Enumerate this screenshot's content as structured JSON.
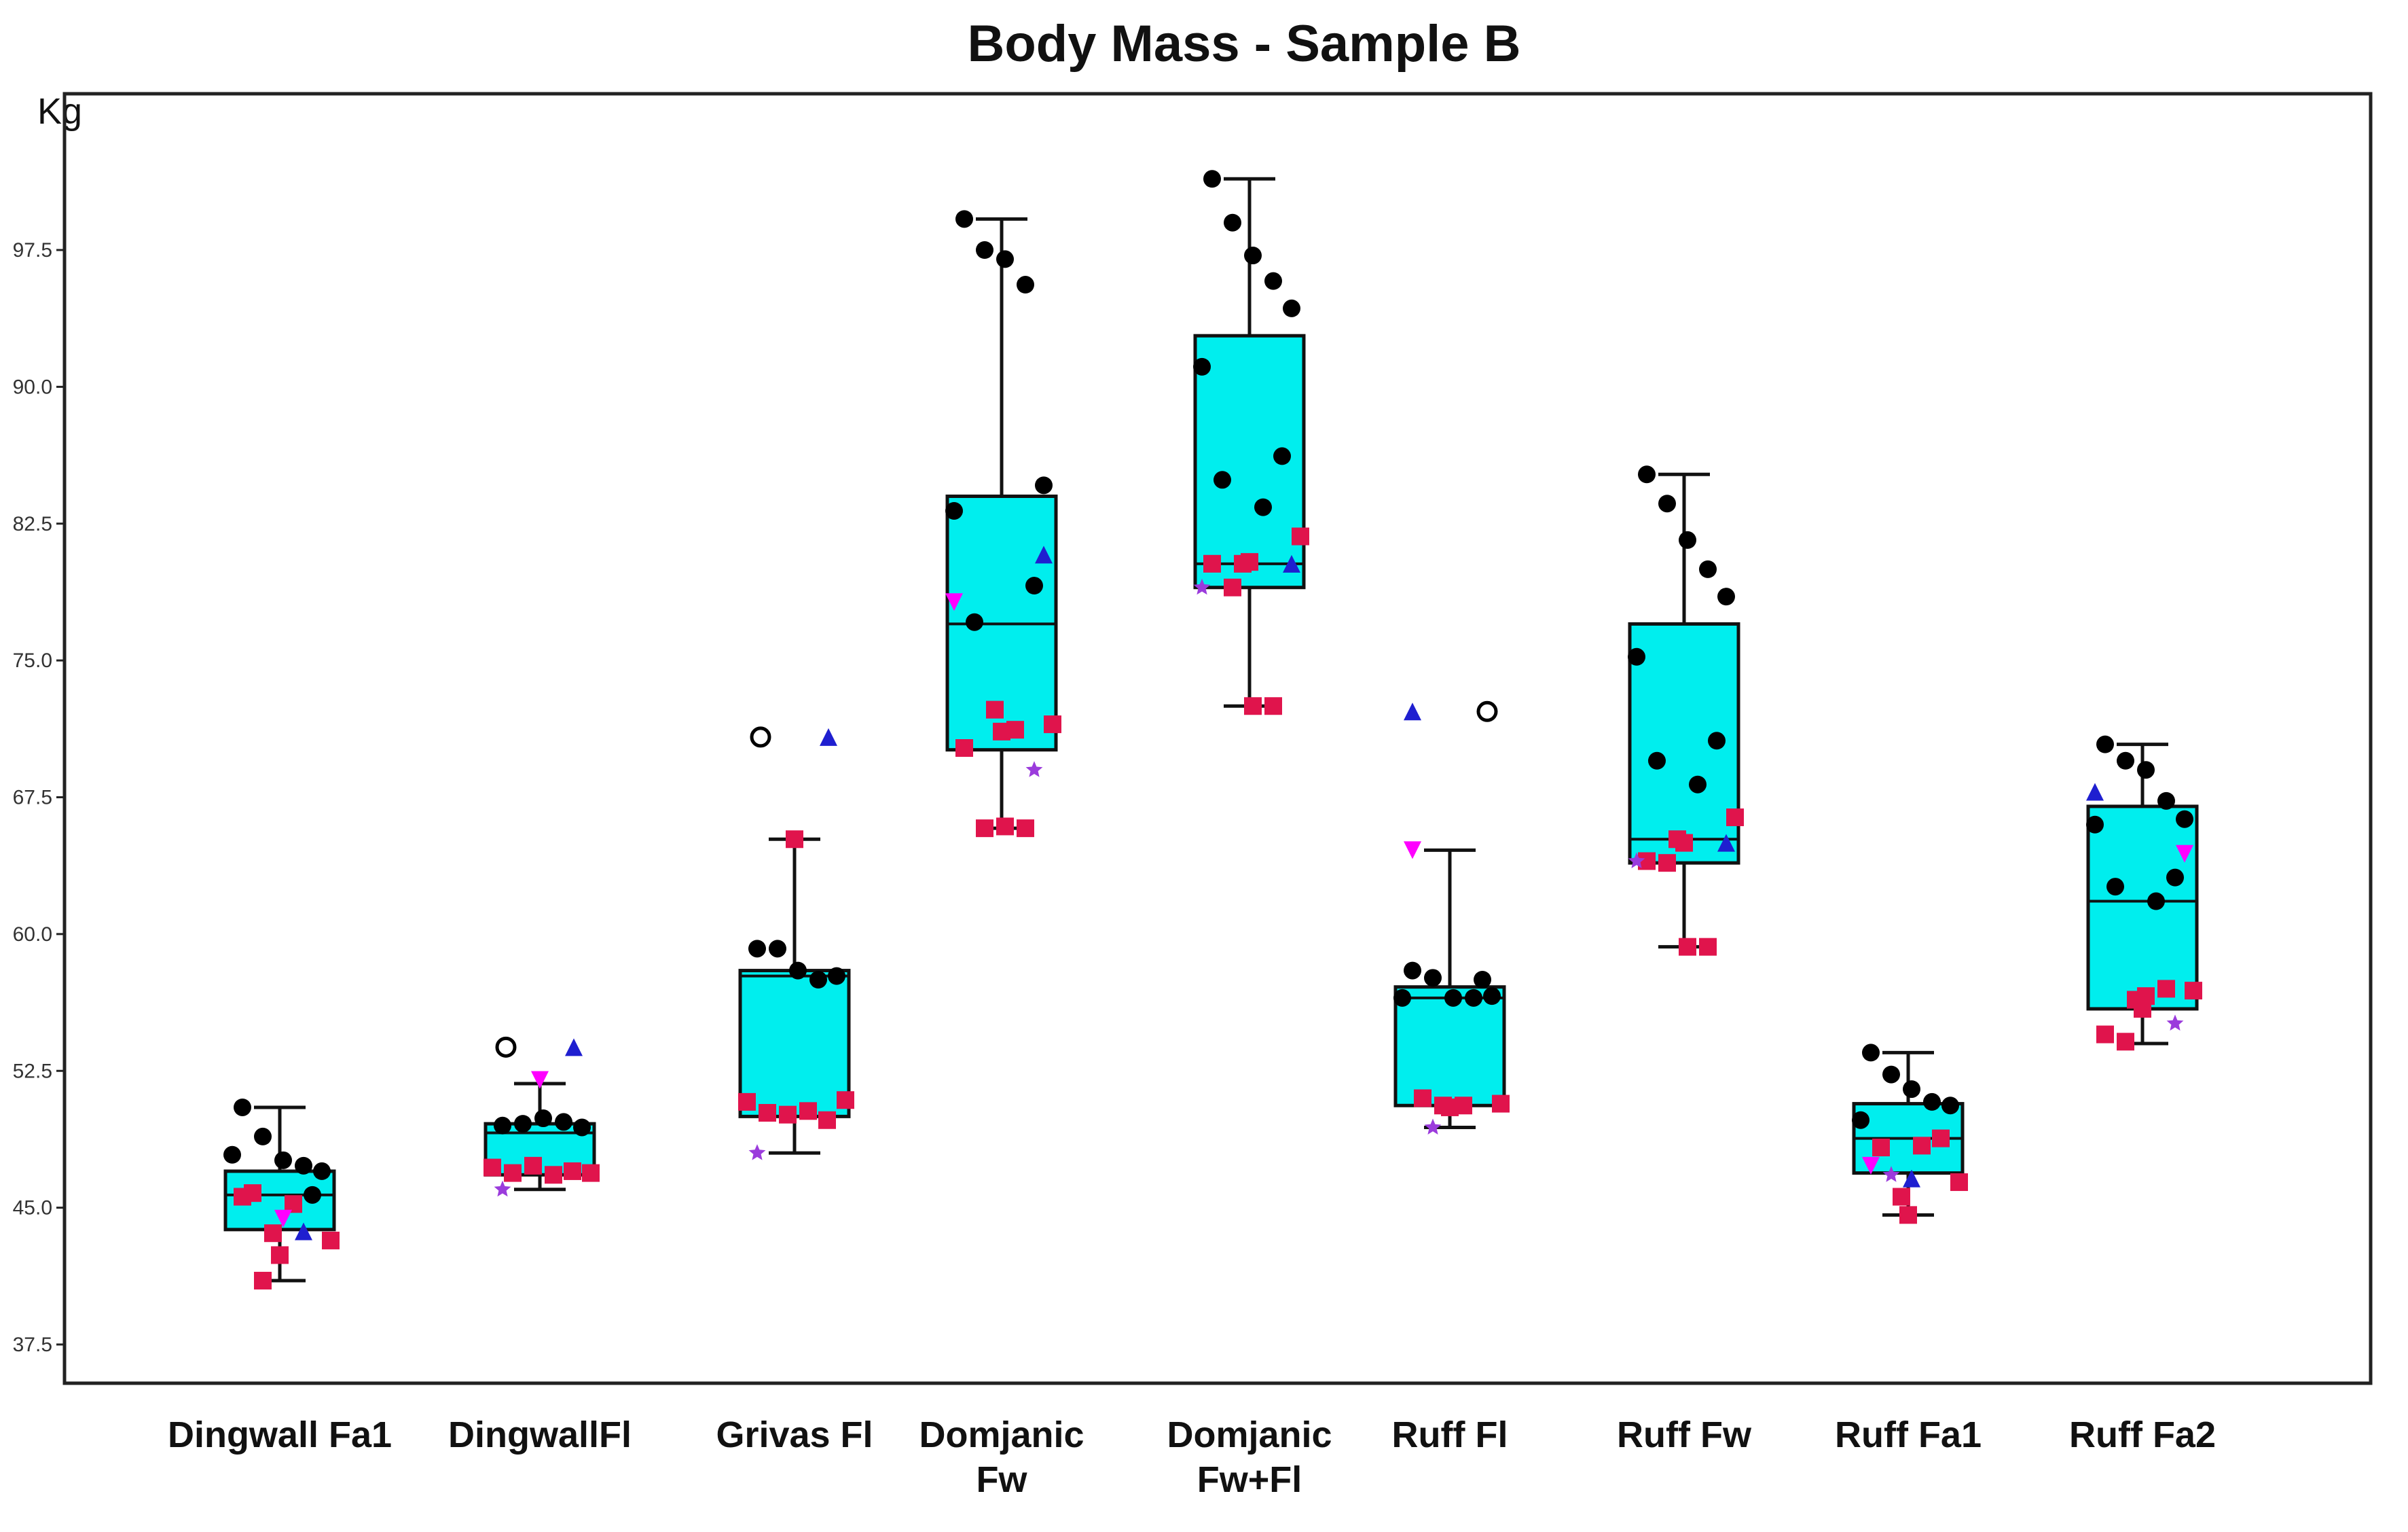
{
  "chart_data": {
    "type": "box",
    "title": "Body Mass - Sample B",
    "ylabel": "Kg",
    "xlabel": "",
    "ylim": [
      35,
      105
    ],
    "yticks": [
      37.5,
      45.0,
      52.5,
      60.0,
      67.5,
      75.0,
      82.5,
      90.0,
      97.5
    ],
    "ytick_labels": [
      "37.5",
      "45.0",
      "52.5",
      "60.0",
      "67.5",
      "75.0",
      "82.5",
      "90.0",
      "97.5"
    ],
    "grid": false,
    "box_color": "#00eeee",
    "marker_colors": {
      "circle": "#000000",
      "square": "#e0144c",
      "triangle": "#1f1fd0",
      "tri_down": "#ff00ff",
      "star": "#9b3bdc",
      "open_circle": "#000000"
    },
    "categories": [
      {
        "label": [
          "Dingwall Fa1"
        ],
        "box": {
          "whisker_low": 41.0,
          "q1": 43.8,
          "median": 45.7,
          "q3": 47.0,
          "whisker_high": 50.5
        },
        "points": [
          {
            "y": 50.5,
            "s": "circle"
          },
          {
            "y": 48.9,
            "s": "circle"
          },
          {
            "y": 47.6,
            "s": "circle"
          },
          {
            "y": 47.3,
            "s": "circle"
          },
          {
            "y": 47.0,
            "s": "circle"
          },
          {
            "y": 47.9,
            "s": "circle"
          },
          {
            "y": 45.7,
            "s": "circle"
          },
          {
            "y": 45.8,
            "s": "square"
          },
          {
            "y": 45.2,
            "s": "square"
          },
          {
            "y": 43.2,
            "s": "square"
          },
          {
            "y": 43.6,
            "s": "square"
          },
          {
            "y": 42.4,
            "s": "square"
          },
          {
            "y": 45.6,
            "s": "square"
          },
          {
            "y": 41.0,
            "s": "square"
          },
          {
            "y": 44.4,
            "s": "tri_down"
          },
          {
            "y": 43.7,
            "s": "triangle"
          }
        ]
      },
      {
        "label": [
          "DingwallFl"
        ],
        "box": {
          "whisker_low": 46.0,
          "q1": 46.8,
          "median": 49.1,
          "q3": 49.6,
          "whisker_high": 51.8
        },
        "points": [
          {
            "y": 49.5,
            "s": "circle"
          },
          {
            "y": 49.6,
            "s": "circle"
          },
          {
            "y": 49.9,
            "s": "circle"
          },
          {
            "y": 49.7,
            "s": "circle"
          },
          {
            "y": 49.4,
            "s": "circle"
          },
          {
            "y": 47.2,
            "s": "square"
          },
          {
            "y": 47.0,
            "s": "square"
          },
          {
            "y": 46.9,
            "s": "square"
          },
          {
            "y": 46.8,
            "s": "square"
          },
          {
            "y": 46.9,
            "s": "square"
          },
          {
            "y": 47.3,
            "s": "square"
          },
          {
            "y": 52.0,
            "s": "tri_down"
          },
          {
            "y": 46.0,
            "s": "star"
          },
          {
            "y": 53.8,
            "s": "open_circle"
          },
          {
            "y": 53.8,
            "s": "triangle"
          }
        ]
      },
      {
        "label": [
          "Grivas Fl"
        ],
        "box": {
          "whisker_low": 48.0,
          "q1": 50.0,
          "median": 57.7,
          "q3": 58.0,
          "whisker_high": 65.2
        },
        "points": [
          {
            "y": 59.2,
            "s": "circle"
          },
          {
            "y": 59.2,
            "s": "circle"
          },
          {
            "y": 58.0,
            "s": "circle"
          },
          {
            "y": 57.5,
            "s": "circle"
          },
          {
            "y": 57.7,
            "s": "circle"
          },
          {
            "y": 50.8,
            "s": "square"
          },
          {
            "y": 49.8,
            "s": "square"
          },
          {
            "y": 50.2,
            "s": "square"
          },
          {
            "y": 50.3,
            "s": "square"
          },
          {
            "y": 50.9,
            "s": "square"
          },
          {
            "y": 50.1,
            "s": "square"
          },
          {
            "y": 65.2,
            "s": "square"
          },
          {
            "y": 48.0,
            "s": "star"
          },
          {
            "y": 70.8,
            "s": "open_circle"
          },
          {
            "y": 70.8,
            "s": "triangle"
          }
        ]
      },
      {
        "label": [
          "Domjanic",
          "Fw"
        ],
        "box": {
          "whisker_low": 65.8,
          "q1": 70.1,
          "median": 77.0,
          "q3": 84.0,
          "whisker_high": 99.2
        },
        "points": [
          {
            "y": 99.2,
            "s": "circle"
          },
          {
            "y": 97.5,
            "s": "circle"
          },
          {
            "y": 97.0,
            "s": "circle"
          },
          {
            "y": 95.6,
            "s": "circle"
          },
          {
            "y": 84.6,
            "s": "circle"
          },
          {
            "y": 83.2,
            "s": "circle"
          },
          {
            "y": 79.1,
            "s": "circle"
          },
          {
            "y": 77.1,
            "s": "circle"
          },
          {
            "y": 71.2,
            "s": "square"
          },
          {
            "y": 71.5,
            "s": "square"
          },
          {
            "y": 72.3,
            "s": "square"
          },
          {
            "y": 71.1,
            "s": "square"
          },
          {
            "y": 70.2,
            "s": "square"
          },
          {
            "y": 65.8,
            "s": "square"
          },
          {
            "y": 65.9,
            "s": "square"
          },
          {
            "y": 65.8,
            "s": "square"
          },
          {
            "y": 80.8,
            "s": "triangle"
          },
          {
            "y": 78.2,
            "s": "tri_down"
          },
          {
            "y": 69.0,
            "s": "star"
          }
        ]
      },
      {
        "label": [
          "Domjanic",
          "Fw+Fl"
        ],
        "box": {
          "whisker_low": 72.5,
          "q1": 79.0,
          "median": 80.3,
          "q3": 92.8,
          "whisker_high": 101.4
        },
        "points": [
          {
            "y": 101.4,
            "s": "circle"
          },
          {
            "y": 99.0,
            "s": "circle"
          },
          {
            "y": 97.2,
            "s": "circle"
          },
          {
            "y": 95.8,
            "s": "circle"
          },
          {
            "y": 94.3,
            "s": "circle"
          },
          {
            "y": 91.1,
            "s": "circle"
          },
          {
            "y": 86.2,
            "s": "circle"
          },
          {
            "y": 84.9,
            "s": "circle"
          },
          {
            "y": 83.4,
            "s": "circle"
          },
          {
            "y": 81.8,
            "s": "square"
          },
          {
            "y": 80.3,
            "s": "square"
          },
          {
            "y": 80.4,
            "s": "square"
          },
          {
            "y": 80.3,
            "s": "square"
          },
          {
            "y": 79.0,
            "s": "square"
          },
          {
            "y": 72.5,
            "s": "square"
          },
          {
            "y": 72.5,
            "s": "square"
          },
          {
            "y": 80.3,
            "s": "triangle"
          },
          {
            "y": 79.0,
            "s": "star"
          }
        ]
      },
      {
        "label": [
          "Ruff  Fl"
        ],
        "box": {
          "whisker_low": 49.4,
          "q1": 50.6,
          "median": 56.5,
          "q3": 57.1,
          "whisker_high": 64.6
        },
        "points": [
          {
            "y": 58.0,
            "s": "circle"
          },
          {
            "y": 57.6,
            "s": "circle"
          },
          {
            "y": 56.5,
            "s": "circle"
          },
          {
            "y": 56.5,
            "s": "circle"
          },
          {
            "y": 56.6,
            "s": "circle"
          },
          {
            "y": 56.5,
            "s": "circle"
          },
          {
            "y": 57.5,
            "s": "circle"
          },
          {
            "y": 51.0,
            "s": "square"
          },
          {
            "y": 50.6,
            "s": "square"
          },
          {
            "y": 50.7,
            "s": "square"
          },
          {
            "y": 50.6,
            "s": "square"
          },
          {
            "y": 50.5,
            "s": "square"
          },
          {
            "y": 64.6,
            "s": "tri_down"
          },
          {
            "y": 49.4,
            "s": "star"
          },
          {
            "y": 72.2,
            "s": "triangle"
          },
          {
            "y": 72.2,
            "s": "open_circle"
          }
        ]
      },
      {
        "label": [
          "Ruff Fw"
        ],
        "box": {
          "whisker_low": 59.3,
          "q1": 63.9,
          "median": 65.2,
          "q3": 77.0,
          "whisker_high": 85.2
        },
        "points": [
          {
            "y": 85.2,
            "s": "circle"
          },
          {
            "y": 83.6,
            "s": "circle"
          },
          {
            "y": 81.6,
            "s": "circle"
          },
          {
            "y": 80.0,
            "s": "circle"
          },
          {
            "y": 78.5,
            "s": "circle"
          },
          {
            "y": 75.2,
            "s": "circle"
          },
          {
            "y": 70.6,
            "s": "circle"
          },
          {
            "y": 69.5,
            "s": "circle"
          },
          {
            "y": 68.2,
            "s": "circle"
          },
          {
            "y": 66.4,
            "s": "square"
          },
          {
            "y": 65.2,
            "s": "square"
          },
          {
            "y": 65.0,
            "s": "square"
          },
          {
            "y": 64.0,
            "s": "square"
          },
          {
            "y": 63.9,
            "s": "square"
          },
          {
            "y": 59.3,
            "s": "square"
          },
          {
            "y": 59.3,
            "s": "square"
          },
          {
            "y": 65.0,
            "s": "triangle"
          },
          {
            "y": 64.0,
            "s": "star"
          }
        ]
      },
      {
        "label": [
          "Ruff Fa1"
        ],
        "box": {
          "whisker_low": 44.6,
          "q1": 46.9,
          "median": 48.8,
          "q3": 50.7,
          "whisker_high": 53.5
        },
        "points": [
          {
            "y": 53.5,
            "s": "circle"
          },
          {
            "y": 52.3,
            "s": "circle"
          },
          {
            "y": 51.5,
            "s": "circle"
          },
          {
            "y": 50.8,
            "s": "circle"
          },
          {
            "y": 50.6,
            "s": "circle"
          },
          {
            "y": 49.8,
            "s": "circle"
          },
          {
            "y": 48.8,
            "s": "square"
          },
          {
            "y": 48.3,
            "s": "square"
          },
          {
            "y": 48.4,
            "s": "square"
          },
          {
            "y": 46.4,
            "s": "square"
          },
          {
            "y": 45.6,
            "s": "square"
          },
          {
            "y": 44.6,
            "s": "square"
          },
          {
            "y": 47.3,
            "s": "tri_down"
          },
          {
            "y": 46.8,
            "s": "star"
          },
          {
            "y": 46.6,
            "s": "triangle"
          }
        ]
      },
      {
        "label": [
          "Ruff Fa2"
        ],
        "box": {
          "whisker_low": 54.0,
          "q1": 55.9,
          "median": 61.8,
          "q3": 67.0,
          "whisker_high": 70.4
        },
        "points": [
          {
            "y": 70.4,
            "s": "circle"
          },
          {
            "y": 69.5,
            "s": "circle"
          },
          {
            "y": 69.0,
            "s": "circle"
          },
          {
            "y": 67.3,
            "s": "circle"
          },
          {
            "y": 66.3,
            "s": "circle"
          },
          {
            "y": 66.0,
            "s": "circle"
          },
          {
            "y": 63.1,
            "s": "circle"
          },
          {
            "y": 62.6,
            "s": "circle"
          },
          {
            "y": 61.8,
            "s": "circle"
          },
          {
            "y": 56.9,
            "s": "square"
          },
          {
            "y": 56.4,
            "s": "square"
          },
          {
            "y": 55.9,
            "s": "square"
          },
          {
            "y": 54.5,
            "s": "square"
          },
          {
            "y": 54.1,
            "s": "square"
          },
          {
            "y": 56.6,
            "s": "square"
          },
          {
            "y": 57.0,
            "s": "square"
          },
          {
            "y": 64.4,
            "s": "tri_down"
          },
          {
            "y": 67.8,
            "s": "triangle"
          },
          {
            "y": 55.1,
            "s": "star"
          }
        ]
      }
    ]
  }
}
